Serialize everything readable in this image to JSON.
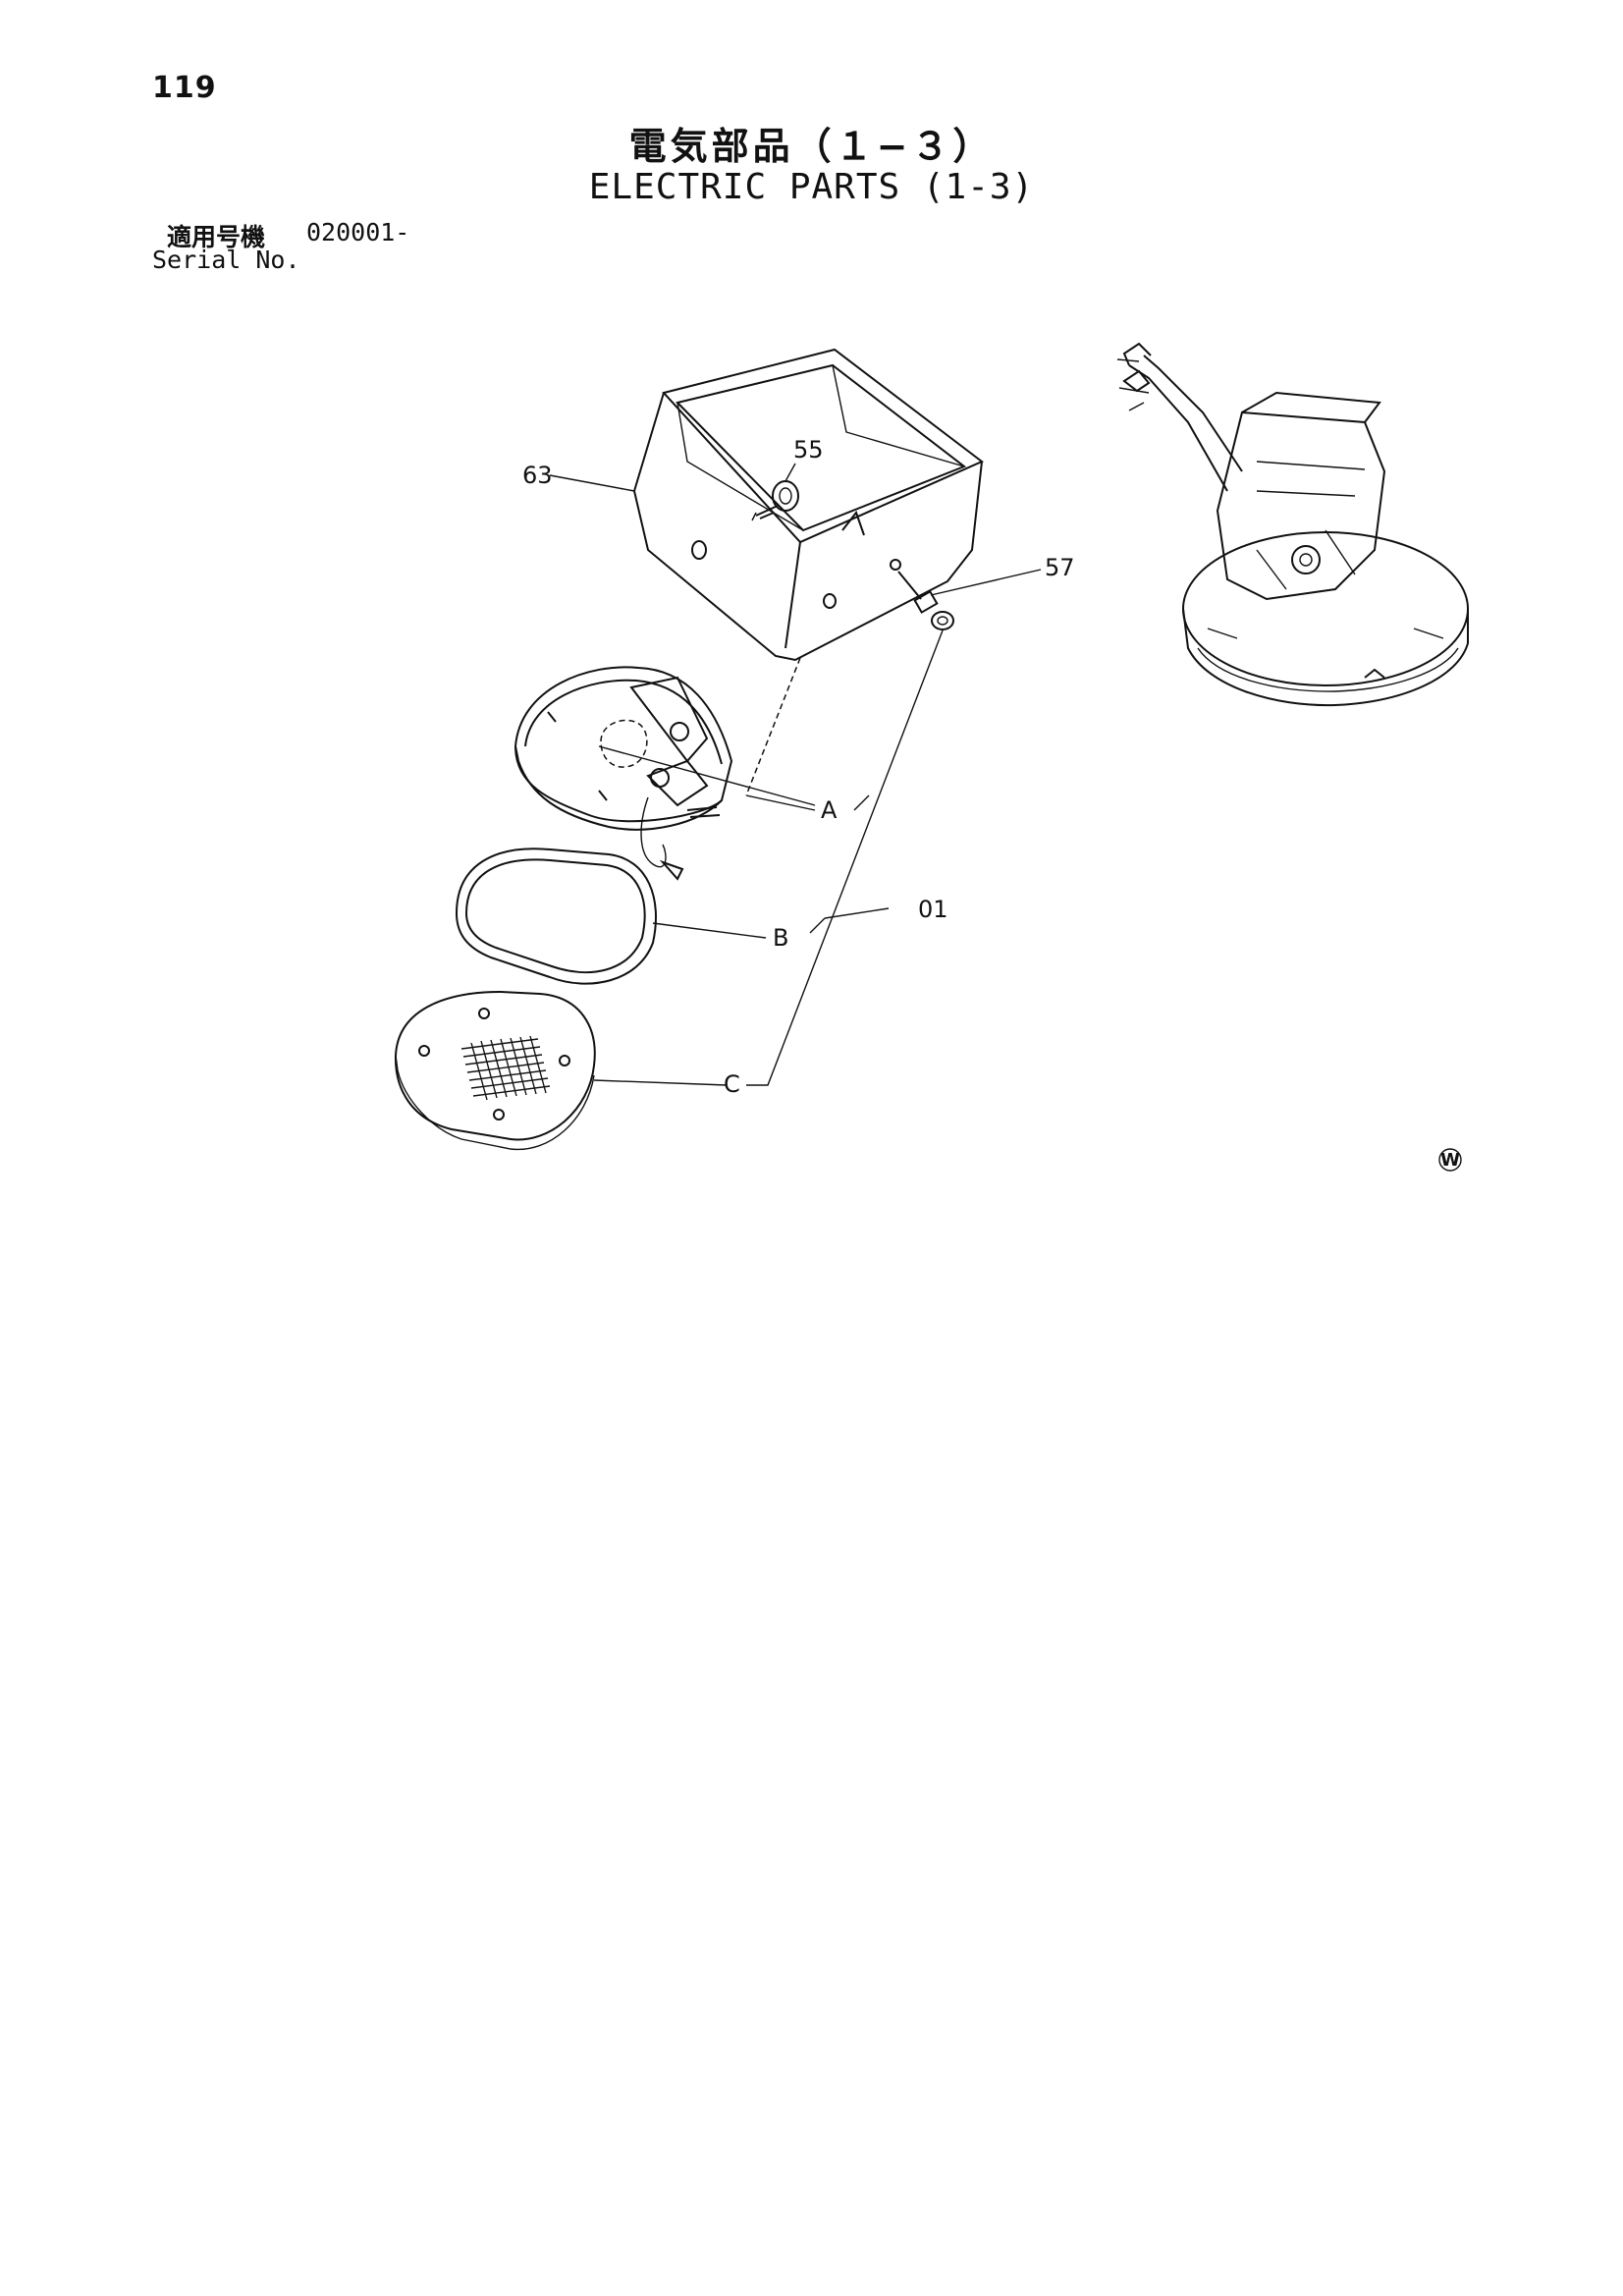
{
  "page_number": "119",
  "title_ja": "電気部品（１−３）",
  "title_en": "ELECTRIC PARTS (1-3)",
  "serial": {
    "label_ja": "適用号機",
    "label_en": "Serial No.",
    "value": "020001-"
  },
  "callouts": {
    "c63": "63",
    "c55": "55",
    "c57": "57",
    "cA": "A",
    "cB": "B",
    "cC": "C",
    "c01": "01"
  },
  "watermark_mark": "W"
}
